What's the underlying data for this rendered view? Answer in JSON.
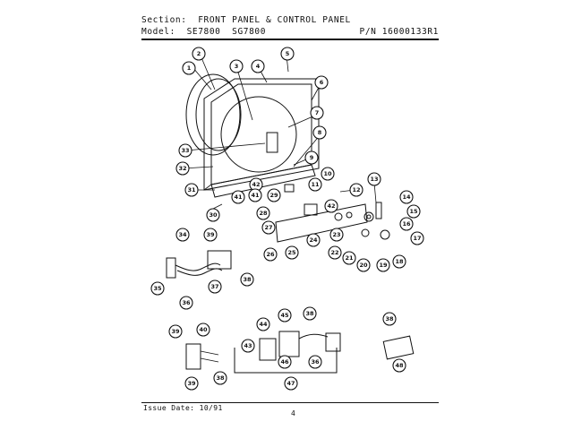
{
  "header": {
    "section_label": "Section:",
    "section_value": "FRONT PANEL & CONTROL PANEL",
    "model_label": "Model:",
    "model_value": "SE7800  SG7800",
    "part_number": "P/N 16000133R1"
  },
  "footer": {
    "issue_date": "Issue Date: 10/91",
    "page_number": "4"
  },
  "callouts": [
    "1",
    "2",
    "3",
    "4",
    "5",
    "6",
    "7",
    "8",
    "9",
    "10",
    "11",
    "12",
    "13",
    "14",
    "15",
    "16",
    "17",
    "18",
    "19",
    "20",
    "21",
    "22",
    "23",
    "24",
    "25",
    "26",
    "27",
    "28",
    "29",
    "30",
    "31",
    "32",
    "33",
    "34",
    "35",
    "36",
    "37",
    "38",
    "39",
    "40",
    "41",
    "42",
    "43",
    "44",
    "45",
    "46",
    "47",
    "48"
  ]
}
